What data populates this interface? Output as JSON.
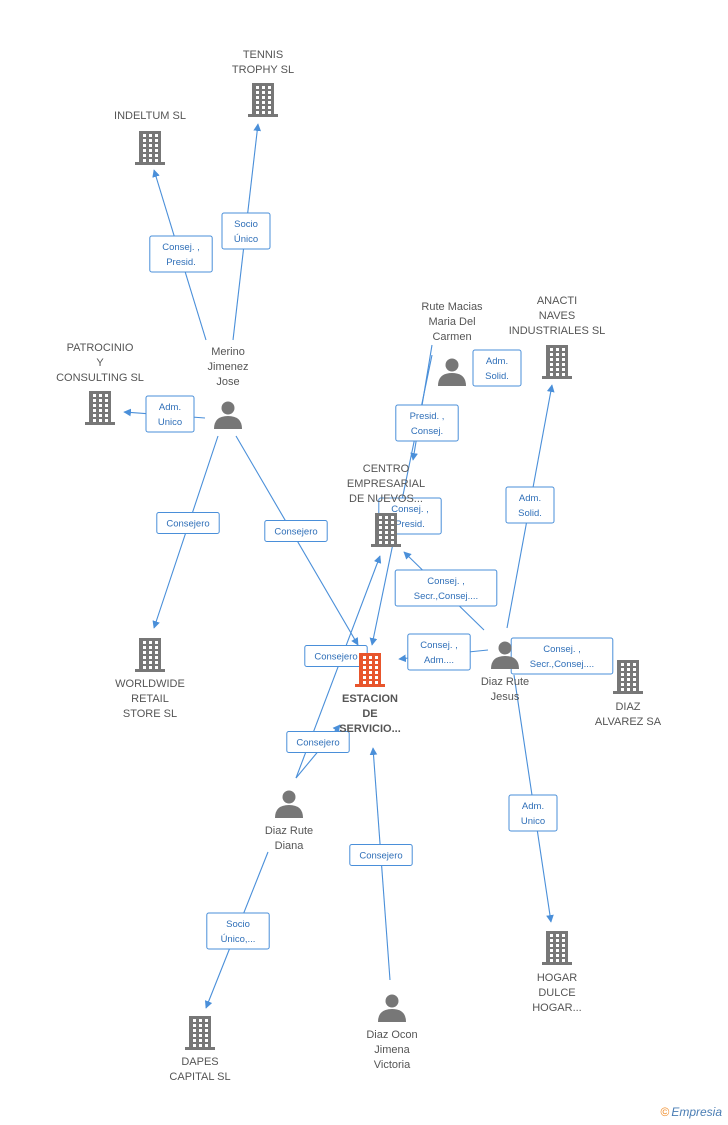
{
  "colors": {
    "edge": "#4a8fd9",
    "node": "#777777",
    "center": "#e8552c"
  },
  "nodes": [
    {
      "id": "tennis",
      "kind": "company",
      "lines": [
        "TENNIS",
        "TROPHY SL"
      ]
    },
    {
      "id": "indeltum",
      "kind": "company",
      "lines": [
        "INDELTUM SL"
      ]
    },
    {
      "id": "merino",
      "kind": "person",
      "lines": [
        "Merino",
        "Jimenez",
        "Jose"
      ]
    },
    {
      "id": "patrocinio",
      "kind": "company",
      "lines": [
        "PATROCINIO",
        "Y",
        "CONSULTING SL"
      ]
    },
    {
      "id": "rute_macias",
      "kind": "person",
      "lines": [
        "Rute Macias",
        "Maria Del",
        "Carmen"
      ]
    },
    {
      "id": "anacti",
      "kind": "company",
      "lines": [
        "ANACTI",
        "NAVES",
        "INDUSTRIALES SL"
      ]
    },
    {
      "id": "centro",
      "kind": "company",
      "lines": [
        "CENTRO",
        "EMPRESARIAL",
        "DE NUEVOS..."
      ]
    },
    {
      "id": "estacion",
      "kind": "center",
      "lines": [
        "ESTACION",
        "DE",
        "SERVICIO..."
      ]
    },
    {
      "id": "worldwide",
      "kind": "company",
      "lines": [
        "WORLDWIDE",
        "RETAIL",
        "STORE SL"
      ]
    },
    {
      "id": "diaz_rute_jesus",
      "kind": "person",
      "lines": [
        "Diaz Rute",
        "Jesus"
      ]
    },
    {
      "id": "diaz_alvarez",
      "kind": "company",
      "lines": [
        "DIAZ",
        "ALVAREZ SA"
      ]
    },
    {
      "id": "diaz_rute_diana",
      "kind": "person",
      "lines": [
        "Diaz Rute",
        "Diana"
      ]
    },
    {
      "id": "hogar",
      "kind": "company",
      "lines": [
        "HOGAR",
        "DULCE",
        "HOGAR..."
      ]
    },
    {
      "id": "dapes",
      "kind": "company",
      "lines": [
        "DAPES",
        "CAPITAL SL"
      ]
    },
    {
      "id": "diaz_ocon",
      "kind": "person",
      "lines": [
        "Diaz Ocon",
        "Jimena",
        "Victoria"
      ]
    }
  ],
  "edges": [
    {
      "from": "merino",
      "to": "tennis",
      "label": [
        "Socio",
        "Único"
      ]
    },
    {
      "from": "merino",
      "to": "indeltum",
      "label": [
        "Consej. ,",
        "Presid."
      ]
    },
    {
      "from": "merino",
      "to": "patrocinio",
      "label": [
        "Adm.",
        "Unico"
      ]
    },
    {
      "from": "merino",
      "to": "worldwide",
      "label": [
        "Consejero"
      ]
    },
    {
      "from": "merino",
      "to": "estacion",
      "label": [
        "Consejero"
      ]
    },
    {
      "from": "rute_macias",
      "to": "centro",
      "label": [
        "Presid. ,",
        "Consej."
      ]
    },
    {
      "from": "rute_macias",
      "to": "estacion",
      "label": [
        "Consej. ,",
        "Presid."
      ]
    },
    {
      "from": "diaz_rute_jesus",
      "to": "anacti",
      "label": [
        "Adm.",
        "Solid."
      ]
    },
    {
      "from": "diaz_rute_jesus",
      "to": "centro",
      "label": [
        "Consej. ,",
        "Secr.,Consej...."
      ]
    },
    {
      "from": "diaz_rute_jesus",
      "to": "estacion",
      "label": [
        "Consej. ,",
        "Adm...."
      ]
    },
    {
      "from": "diaz_rute_jesus",
      "to": "hogar",
      "label": [
        "Adm.",
        "Unico"
      ]
    },
    {
      "from": "diaz_rute_diana",
      "to": "centro",
      "label": [
        "Consejero"
      ]
    },
    {
      "from": "diaz_rute_diana",
      "to": "estacion",
      "label": [
        "Consejero"
      ]
    },
    {
      "from": "diaz_rute_diana",
      "to": "dapes",
      "label": [
        "Socio",
        "Único,..."
      ]
    },
    {
      "from": "diaz_ocon",
      "to": "estacion",
      "label": [
        "Consejero"
      ]
    }
  ],
  "floating_labels": [
    {
      "id": "adm_solid_rute",
      "label": [
        "Adm.",
        "Solid."
      ]
    },
    {
      "id": "consej_secr_jesus",
      "label": [
        "Consej. ,",
        "Secr.,Consej...."
      ]
    }
  ],
  "brand": {
    "symbol": "©",
    "name": "Empresia"
  }
}
